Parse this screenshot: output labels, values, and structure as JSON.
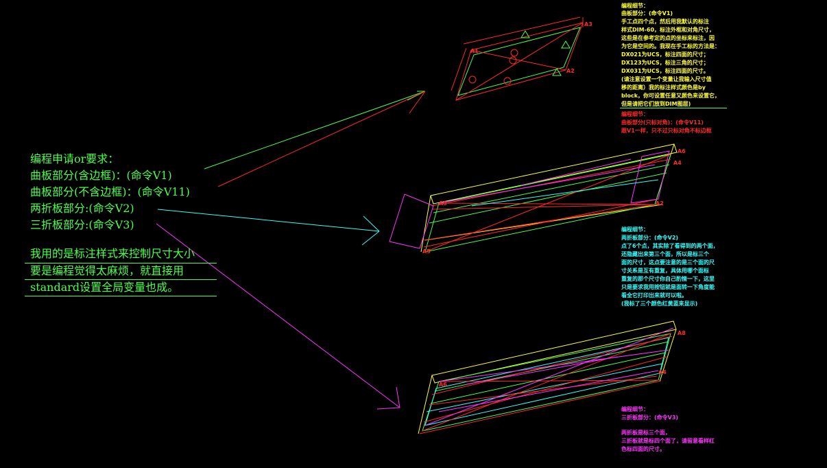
{
  "request": {
    "title": "编程申请or要求：",
    "lines": [
      "曲板部分(含边框)：(命令V1)",
      "曲板部分(不含边框)：(命令V11)",
      "两折板部分:(命令V2)",
      "三折板部分:(命令V3)"
    ]
  },
  "style_note": {
    "lines": [
      "我用的是标注样式来控制尺寸大小",
      "要是编程觉得太麻烦，就直接用",
      "standard设置全局变量也成。"
    ]
  },
  "detail_v1": {
    "lines": [
      "编程细节：",
      "曲板部分：(命令V1)",
      "手工点四个点，然后用我默认的标注",
      "样式DIM-60，标注外框和对角尺寸，",
      "这些是在参考定的点的坐标来标注，因",
      "为它是空间的。我现在手工标的方法是：",
      "DX021为UCS，标注四面的尺寸；",
      "DX123为UCS，标注三角的尺寸；",
      "DX031为UCS，标注四面的尺寸。",
      "(请注意设置一个变量让我输入尺寸值",
      "移的距离）我的标注样式颜色是by",
      "block，你可设置任意又颜色来设置它，",
      "但是请把它们放到DIM图层)"
    ]
  },
  "detail_v11": {
    "lines": [
      "编程细节：",
      "曲板部分(只标对角)：(命令V11)",
      "跟V1一样，只不过只标对角不标边框"
    ]
  },
  "detail_v2": {
    "lines": [
      "编程细节：",
      "两折板部分：(命令V2)",
      "点了6个点，其实除了看得到的两个面，",
      "还隐藏出来第三个面，所以是标三个",
      "面的尺寸，这点要注意的是三个面的尺",
      "寸关系是互有重复，具体用哪个面标",
      "重复的那个尺寸你自己酌情一下，这里",
      "只是要求我用按钮就是面转一下角度能",
      "看全它打印出来就可以啦。",
      "(我标了三个颜色红黄蓝来显示)"
    ]
  },
  "detail_v3": {
    "lines": [
      "编程细节：",
      "三折板部分：(命令V3)",
      "两折板是标三个面，",
      "三折板就是标四个面了，请留意看样红",
      "色标四面的尺寸。"
    ]
  },
  "point_labels": {
    "top": [
      "A3",
      "A1",
      "A2"
    ],
    "middle": [
      "A6",
      "A4",
      "A3",
      "A2",
      "A5"
    ],
    "bottom": [
      "A8",
      "A6",
      "A4"
    ]
  },
  "colors": {
    "green": "#4cff4c",
    "yellow": "#ffff33",
    "red": "#ff2a2a",
    "cyan": "#33ffff",
    "magenta": "#ff33ff"
  }
}
